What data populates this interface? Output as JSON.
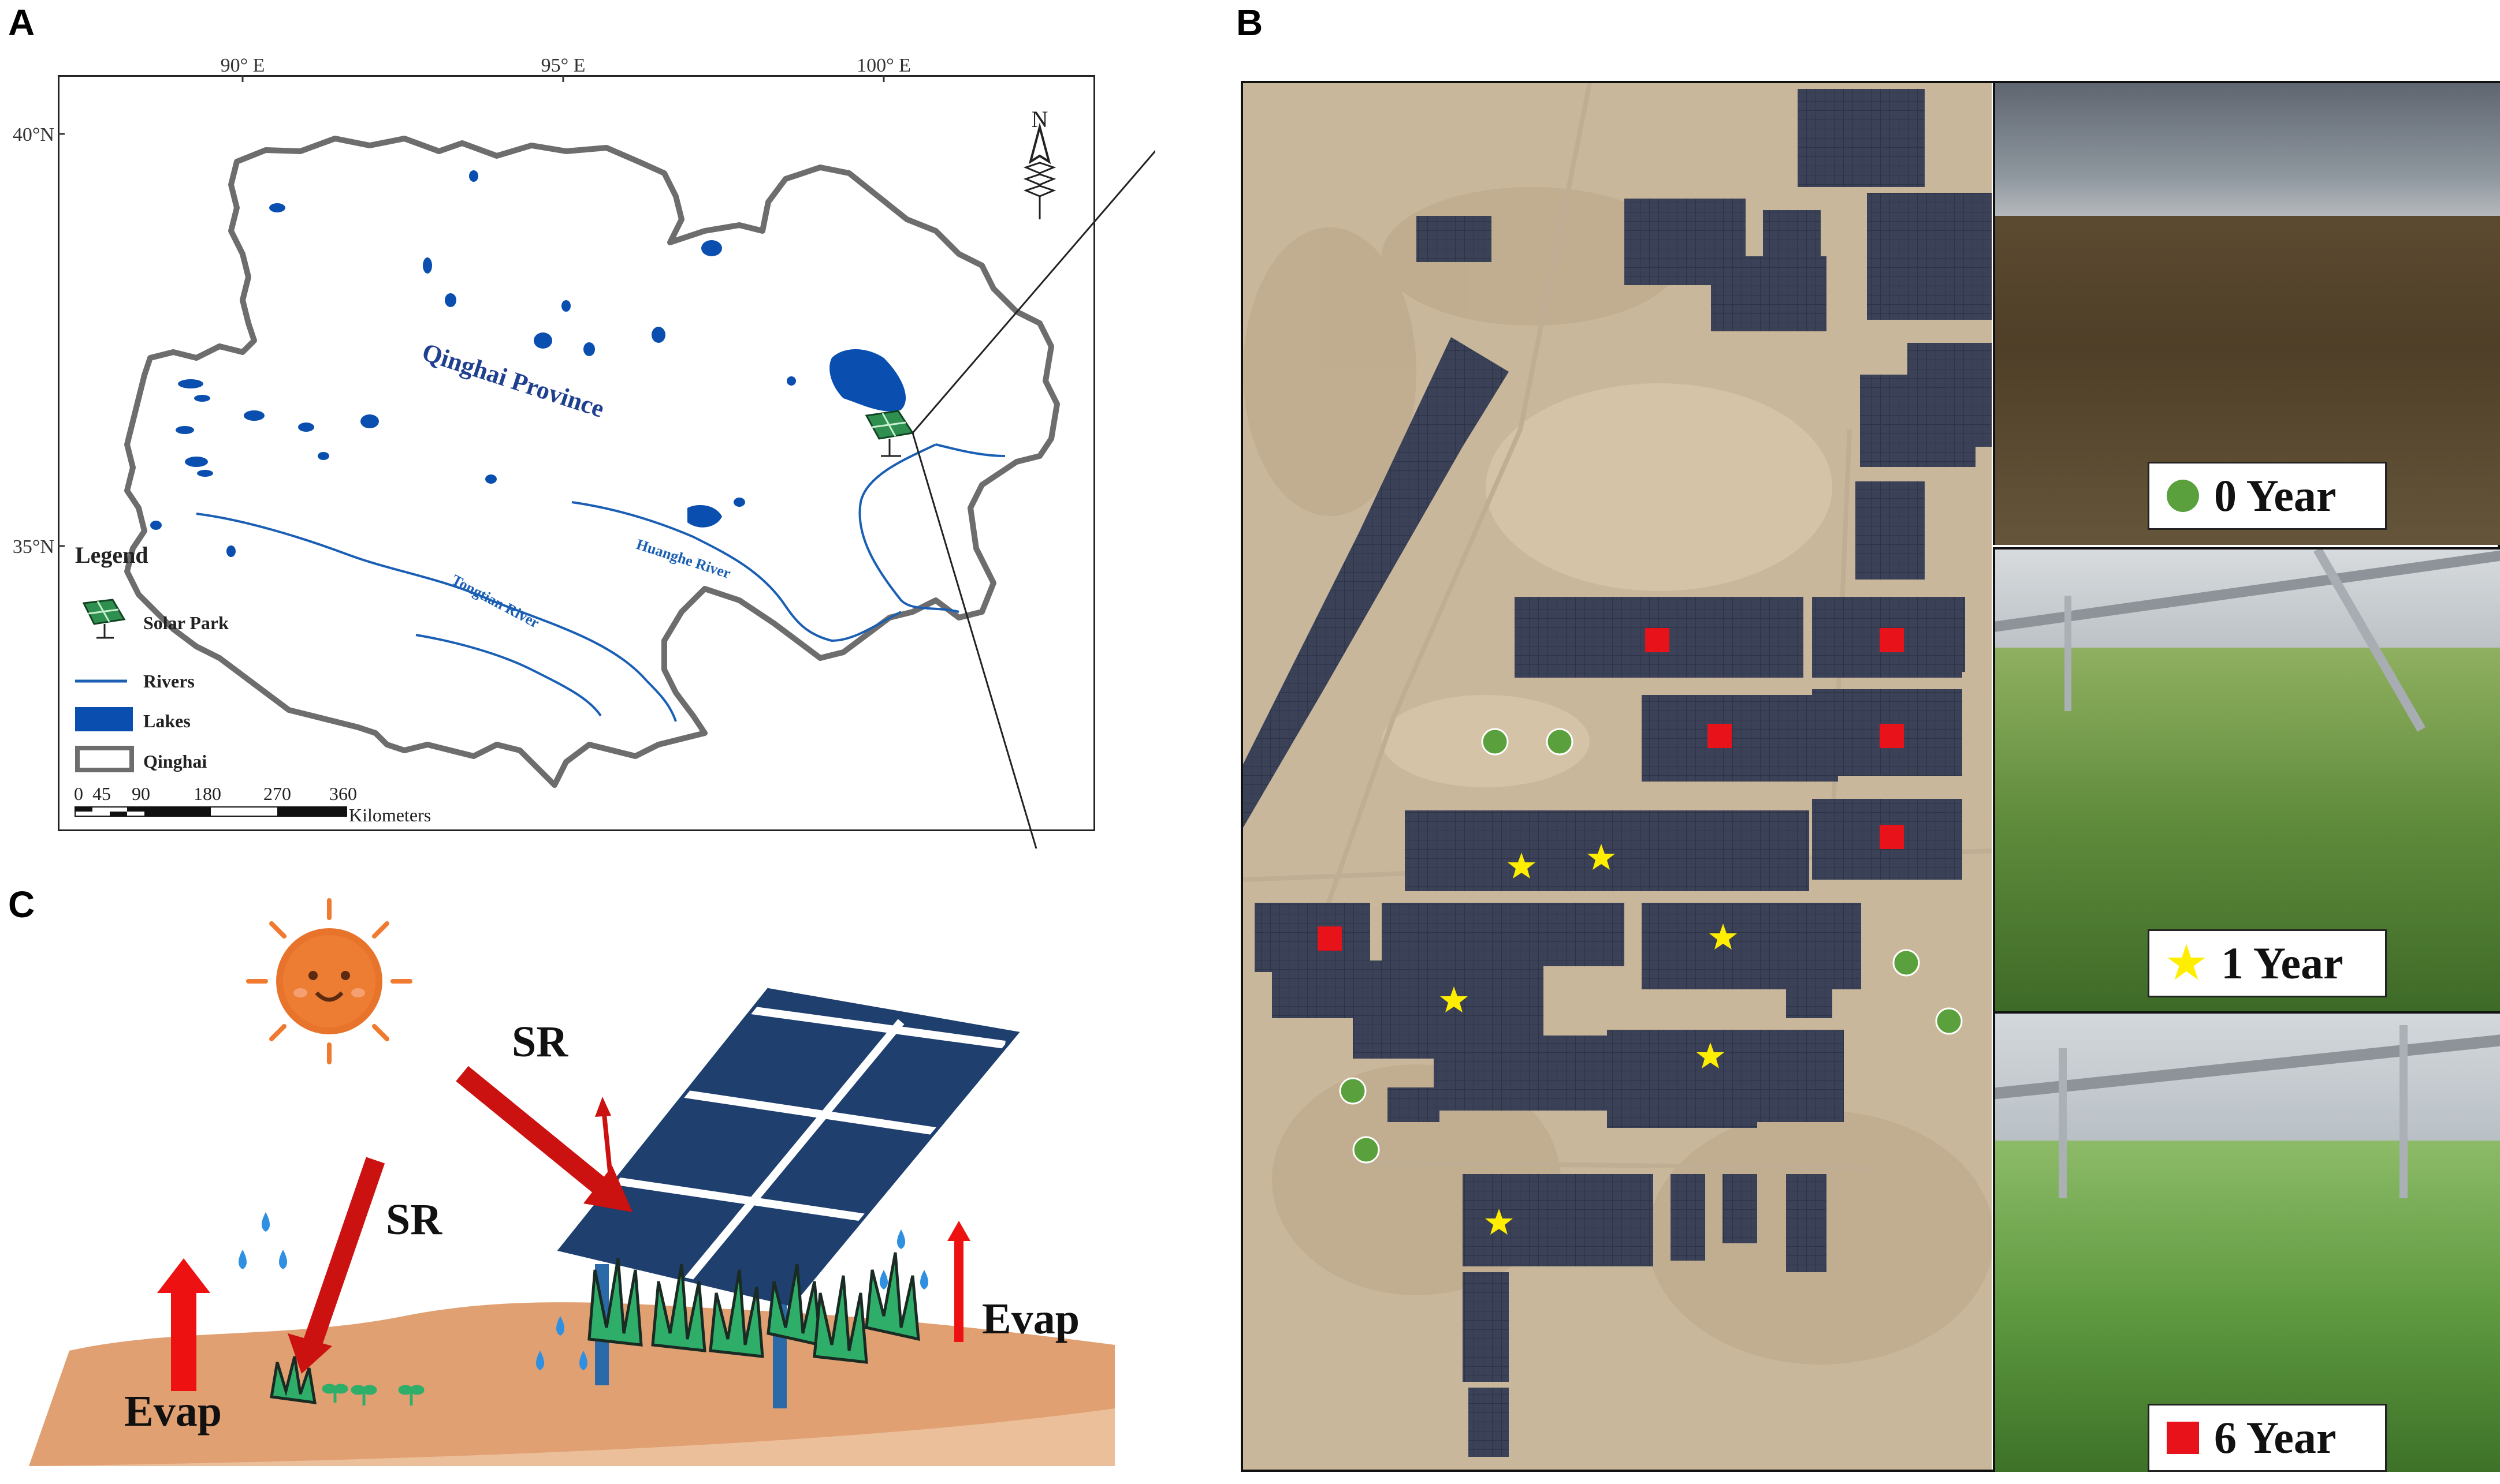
{
  "panels": {
    "a": "A",
    "b": "B",
    "c": "C"
  },
  "map": {
    "lon_labels": [
      "90° E",
      "95° E",
      "100° E"
    ],
    "lat_labels": [
      "40°N",
      "35°N"
    ],
    "north_label": "N",
    "province_label": "Qinghai Province",
    "rivers": [
      "Tongtian River",
      "Huanghe River"
    ],
    "legend": {
      "title": "Legend",
      "items": [
        "Solar Park",
        "Rivers",
        "Lakes",
        "Qinghai"
      ]
    },
    "scale": {
      "ticks": [
        "0",
        "45",
        "90",
        "180",
        "270",
        "360"
      ],
      "unit": "Kilometers"
    },
    "colors": {
      "lake": "#0a4fb0",
      "river": "#1a5fb4",
      "border": "#6d6d6d"
    }
  },
  "photos": [
    {
      "label": "0 Year",
      "marker": "circle",
      "color": "#5aa03c"
    },
    {
      "label": "1 Year",
      "marker": "star",
      "color": "#ffee00"
    },
    {
      "label": "6 Year",
      "marker": "square",
      "color": "#e8121a"
    }
  ],
  "diagram": {
    "sr_labels": [
      "SR",
      "SR"
    ],
    "evap_labels": [
      "Evap",
      "Evap"
    ],
    "colors": {
      "arrow": "#cc1111",
      "panel": "#1f3f6e",
      "soil": "#e0a072",
      "drop": "#2f8fe0",
      "grass": "#2fae6a"
    }
  }
}
